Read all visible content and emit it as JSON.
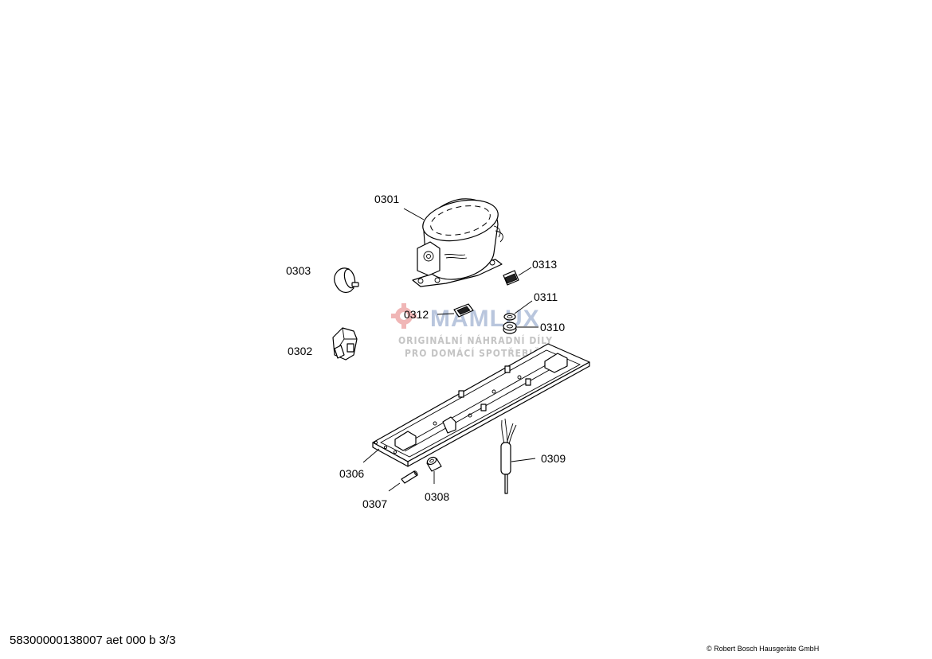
{
  "watermark": {
    "brand": "MAMLUX",
    "line1": "ORIGINÁLNÍ NÁHRADNÍ DÍLY",
    "line2": "PRO DOMÁCÍ SPOTŘEBIČE"
  },
  "parts": [
    {
      "id": "0301",
      "icon": "compressor-icon"
    },
    {
      "id": "0302",
      "icon": "relay-icon"
    },
    {
      "id": "0303",
      "icon": "thermal-protector-icon"
    },
    {
      "id": "0306",
      "icon": "mounting-rail-icon"
    },
    {
      "id": "0307",
      "icon": "pin-icon"
    },
    {
      "id": "0308",
      "icon": "bushing-icon"
    },
    {
      "id": "0309",
      "icon": "filter-dryer-icon"
    },
    {
      "id": "0310",
      "icon": "grommet-icon"
    },
    {
      "id": "0311",
      "icon": "washer-icon"
    },
    {
      "id": "0312",
      "icon": "connector-icon"
    },
    {
      "id": "0313",
      "icon": "connector-icon"
    }
  ],
  "footer": {
    "doc_code": "58300000138007 aet 000 b 3/3",
    "copyright": "© Robert Bosch Hausgeräte GmbH"
  }
}
